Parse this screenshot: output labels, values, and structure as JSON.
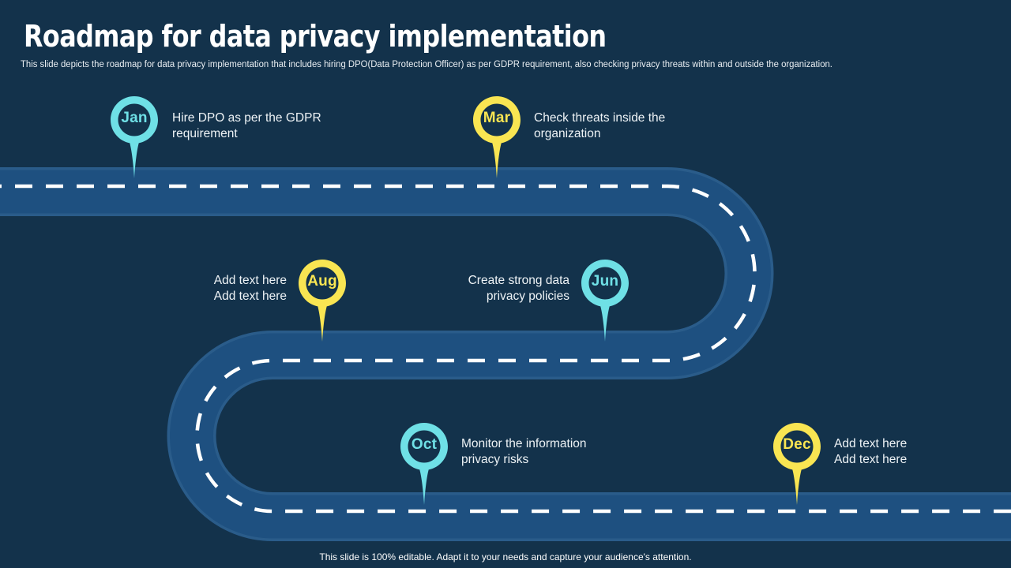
{
  "slide": {
    "title": "Roadmap for data privacy implementation",
    "subtitle": "This slide depicts the roadmap for data privacy implementation that includes hiring DPO(Data Protection Officer) as per GDPR requirement, also checking privacy threats within and outside the organization.",
    "footer": "This slide is 100% editable. Adapt it to your needs and capture your audience's attention."
  },
  "colors": {
    "background": "#13324b",
    "road_fill": "#1e5080",
    "road_edge": "#2b5f8e",
    "dash": "#ffffff",
    "cyan": "#6fe0e6",
    "yellow": "#f9e552",
    "text": "#eef3f6"
  },
  "milestones": [
    {
      "id": "jan",
      "month": "Jan",
      "color": "cyan",
      "side": "right",
      "text": "Hire DPO as per the GDPR\nrequirement"
    },
    {
      "id": "mar",
      "month": "Mar",
      "color": "yellow",
      "side": "right",
      "text": "Check threats inside the\norganization"
    },
    {
      "id": "aug",
      "month": "Aug",
      "color": "yellow",
      "side": "left",
      "text": "Add text here\nAdd text here"
    },
    {
      "id": "jun",
      "month": "Jun",
      "color": "cyan",
      "side": "left",
      "text": "Create strong data\nprivacy policies"
    },
    {
      "id": "oct",
      "month": "Oct",
      "color": "cyan",
      "side": "right",
      "text": "Monitor the information\nprivacy risks"
    },
    {
      "id": "dec",
      "month": "Dec",
      "color": "yellow",
      "side": "right",
      "text": "Add text here\nAdd text here"
    }
  ]
}
